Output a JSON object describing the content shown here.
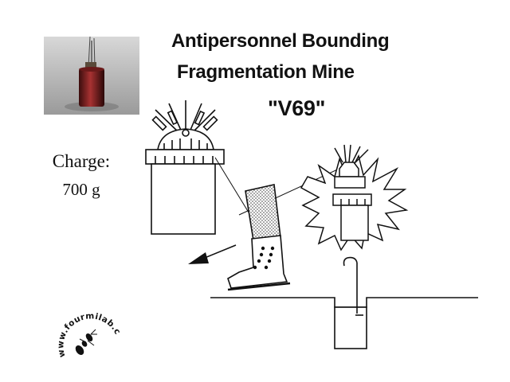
{
  "title": {
    "line1": "Antipersonnel Bounding",
    "line2": "Fragmentation Mine",
    "model": "\"V69\""
  },
  "charge": {
    "label": "Charge:",
    "value": "700 g"
  },
  "watermark": {
    "text": "www.fourmilab.ch"
  },
  "colors": {
    "ink": "#111111",
    "mine_photo_body": "#8a1f1f",
    "photo_background": "#cfcfcf"
  }
}
